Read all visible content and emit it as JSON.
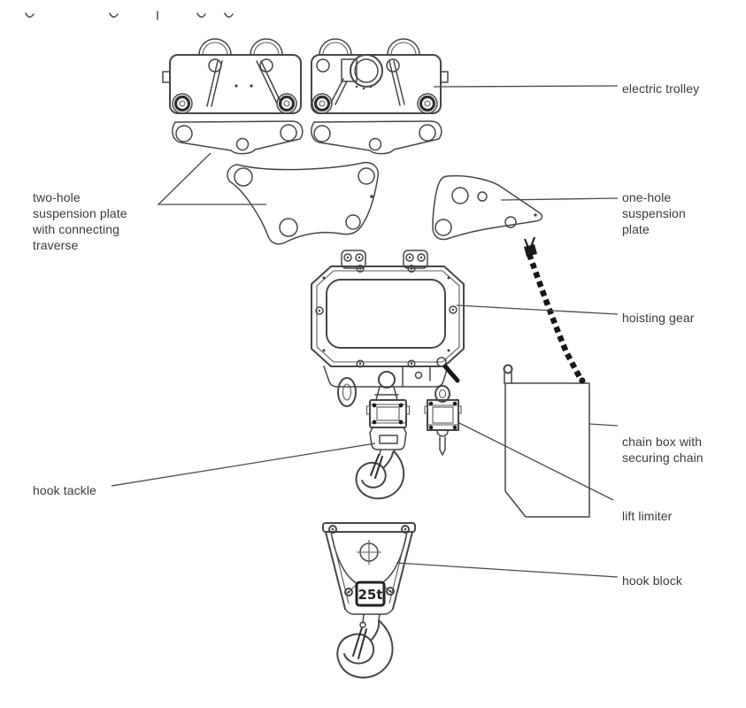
{
  "page": {
    "background": "#ffffff",
    "description": "exploded-view line diagram of an electric chain hoist with part labels"
  },
  "colors": {
    "line": "#464646",
    "chain": "#161616",
    "text": "#3a3a3a"
  },
  "labels": {
    "electric_trolley": "electric trolley",
    "two_hole_suspension": "two-hole suspension plate with connecting traverse",
    "one_hole_suspension": "one-hole suspension plate",
    "hoisting_gear": "hoisting gear",
    "chain_box": "chain box with securing chain",
    "hook_tackle": "hook tackle",
    "lift_limiter": "lift limiter",
    "hook_block": "hook block"
  },
  "hook_block": {
    "capacity_badge": "25t"
  }
}
